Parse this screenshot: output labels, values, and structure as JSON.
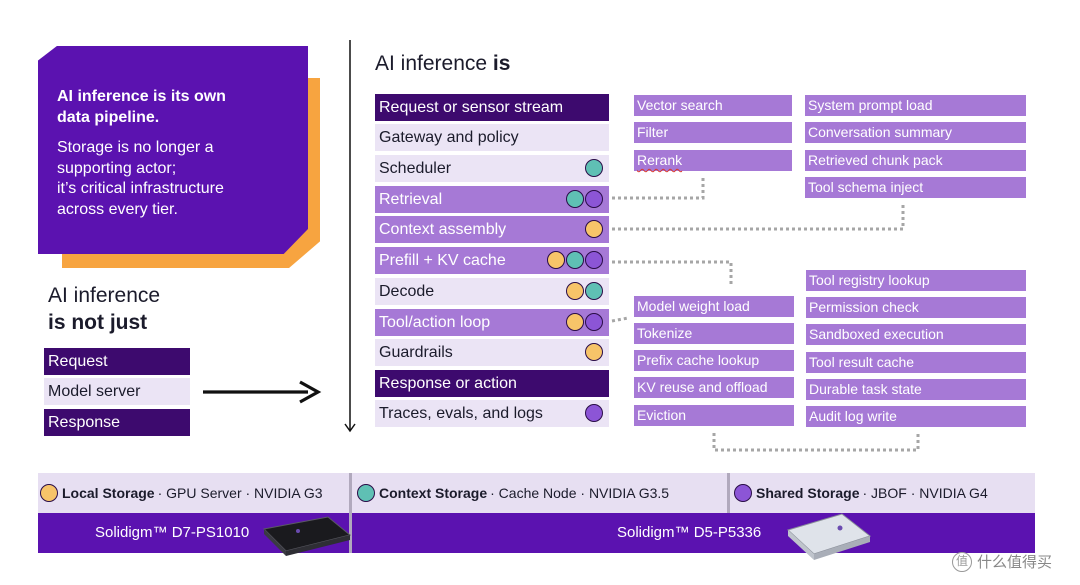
{
  "intro": {
    "title_line1": "AI inference is its own",
    "title_line2": "data pipeline.",
    "body_line1": "Storage is no longer a",
    "body_line2": "supporting actor;",
    "body_line3": "it’s critical infrastructure",
    "body_line4": "across every tier."
  },
  "not_just": {
    "heading_line1": "AI inference",
    "heading_line2": "is not just",
    "items": [
      "Request",
      "Model server",
      "Response"
    ]
  },
  "is_section": {
    "heading_prefix": "AI inference ",
    "heading_bold": "is"
  },
  "stages": [
    {
      "label": "Request or sensor stream",
      "dots": []
    },
    {
      "label": "Gateway and policy",
      "dots": []
    },
    {
      "label": "Scheduler",
      "dots": [
        "context"
      ]
    },
    {
      "label": "Retrieval",
      "dots": [
        "context",
        "shared"
      ]
    },
    {
      "label": "Context assembly",
      "dots": [
        "local"
      ]
    },
    {
      "label": "Prefill + KV cache",
      "dots": [
        "local",
        "context",
        "shared"
      ]
    },
    {
      "label": "Decode",
      "dots": [
        "local",
        "context"
      ]
    },
    {
      "label": "Tool/action loop",
      "dots": [
        "local",
        "shared"
      ]
    },
    {
      "label": "Guardrails",
      "dots": [
        "local"
      ]
    },
    {
      "label": "Response or action",
      "dots": []
    },
    {
      "label": "Traces, evals, and logs",
      "dots": [
        "shared"
      ]
    }
  ],
  "retrieval_details": [
    "Vector search",
    "Filter",
    "Rerank"
  ],
  "context_details": [
    "System prompt load",
    "Conversation summary",
    "Retrieved chunk pack",
    "Tool schema inject"
  ],
  "prefill_details": [
    "Model weight load",
    "Tokenize",
    "Prefix cache lookup",
    "KV reuse and offload",
    "Eviction"
  ],
  "tool_details": [
    "Tool registry lookup",
    "Permission check",
    "Sandboxed execution",
    "Tool result cache",
    "Durable task state",
    "Audit log write"
  ],
  "storage": {
    "local": {
      "name": "Local Storage",
      "detail": "· GPU Server · NVIDIA G3"
    },
    "context": {
      "name": "Context Storage",
      "detail": "· Cache Node · NVIDIA G3.5"
    },
    "shared": {
      "name": "Shared Storage",
      "detail": "· JBOF · NVIDIA G4"
    },
    "product_left": "Solidigm™ D7-PS1010",
    "product_right": "Solidigm™ D5-P5336"
  },
  "watermark": {
    "text": "什么值得买",
    "icon_glyph": "值"
  },
  "colors": {
    "purple": "#5b12b0",
    "dark_purple": "#3d0a6e",
    "mid_purple": "#a679d6",
    "light_purple": "#ebe4f5",
    "orange": "#f7a440",
    "local_dot": "#f7c469",
    "context_dot": "#5fc0b4",
    "shared_dot": "#8c55d6"
  }
}
